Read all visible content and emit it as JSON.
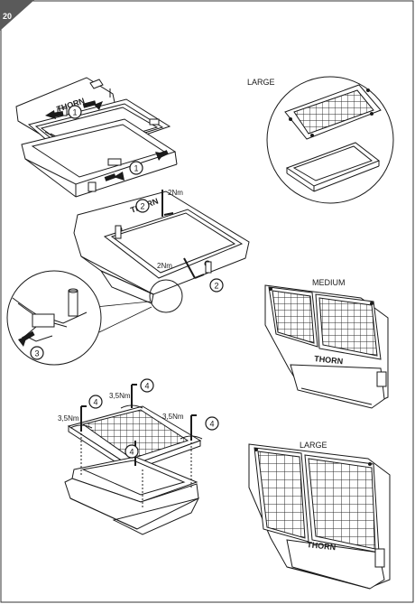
{
  "page_number": "20",
  "steps": [
    "1",
    "2",
    "3",
    "4"
  ],
  "torques": {
    "small": "2Nm",
    "large": "3,5Nm"
  },
  "brand": "THORN",
  "sizes": {
    "large": "LARGE",
    "medium": "MEDIUM"
  },
  "colors": {
    "line": "#1a1a1a",
    "corner": "#5a5a5a",
    "grid": "#2a2a2a",
    "fill": "#ffffff"
  }
}
